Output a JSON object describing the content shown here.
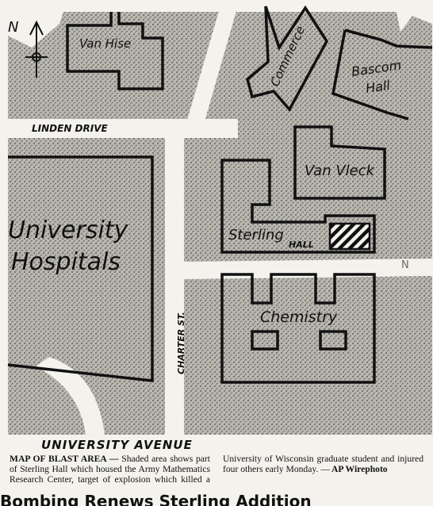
{
  "map": {
    "compass_label": "N",
    "labels": {
      "van_hise": "Van Hise",
      "commerce": "Commerce",
      "bascom_line1": "Bascom",
      "bascom_line2": "Hall",
      "linden": "LINDEN DRIVE",
      "van_vleck": "Van Vleck",
      "university_line1": "University",
      "university_line2": "Hospitals",
      "sterling": "Sterling",
      "hall": "HALL",
      "chemistry": "Chemistry",
      "charter": "CHARTER ST.",
      "stray_letter": "N"
    },
    "colors": {
      "ink": "#111111",
      "paper": "#f4f2ec",
      "stipple": "#9a9892"
    }
  },
  "caption": {
    "street": "UNIVERSITY AVENUE",
    "lead": "MAP OF BLAST AREA —",
    "body": " Shaded area shows part of Sterling Hall which housed the Army Mathematics Research Center, target of explosion which killed a University of Wisconsin graduate student and injured four others early Monday. —",
    "credit": " AP Wirephoto"
  },
  "headline": "Bombing Renews Sterling Addition"
}
